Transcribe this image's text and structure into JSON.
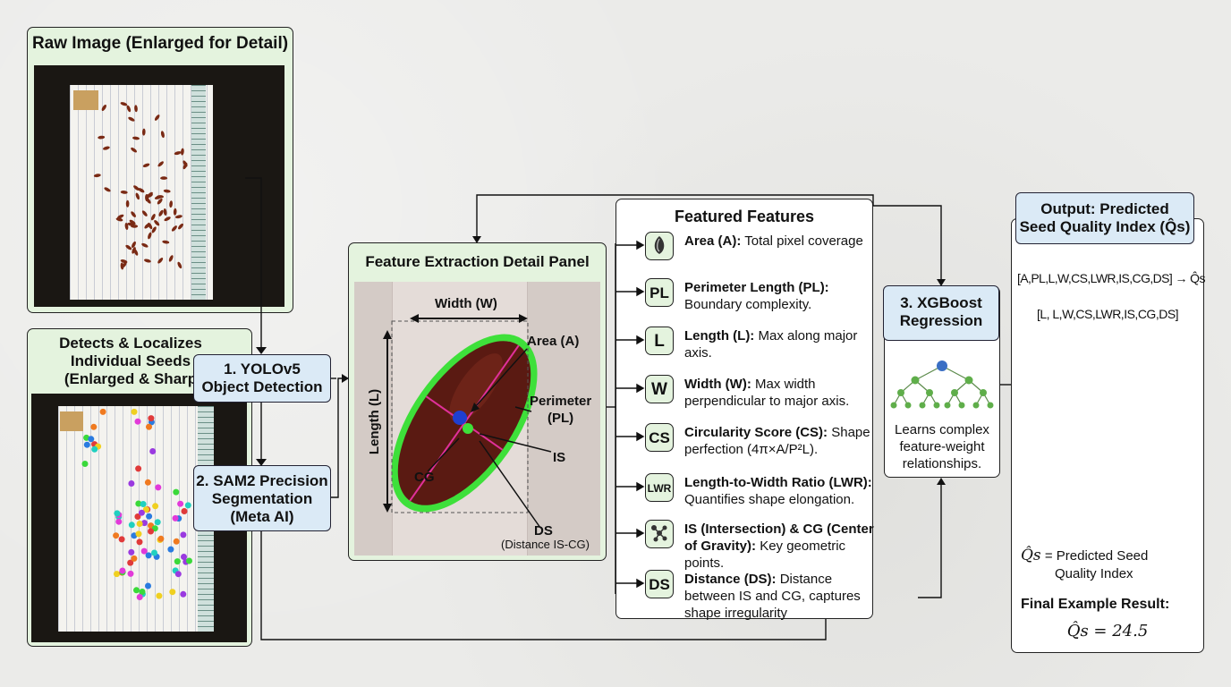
{
  "raw_panel": {
    "title": "Raw Image (Enlarged for Detail)"
  },
  "detect_panel": {
    "line1": "Detects & Localizes",
    "line2": "Individual Seeds",
    "line3": "(Enlarged & Sharp"
  },
  "steps": {
    "yolo": {
      "line1": "1. YOLOv5",
      "line2": "Object Detection"
    },
    "sam": {
      "line1": "2. SAM2 Precision",
      "line2": "Segmentation",
      "line3": "(Meta AI)"
    },
    "xgb": {
      "line1": "3. XGBoost",
      "line2": "Regression",
      "caption1": "Learns complex",
      "caption2": "feature-weight",
      "caption3": "relationships."
    }
  },
  "extraction_panel": {
    "title": "Feature Extraction Detail Panel",
    "labels": {
      "width": "Width (W)",
      "length": "Length (L)",
      "area": "Area (A)",
      "perimeter1": "Perimeter",
      "perimeter2": "(PL)",
      "is": "IS",
      "cg": "CG",
      "ds1": "DS",
      "ds2": "(Distance IS-CG)"
    }
  },
  "features": {
    "title": "Featured Features",
    "items": [
      {
        "icon": "seed-icon",
        "icon_text": "",
        "name": "Area (A):",
        "desc": "Total pixel coverage"
      },
      {
        "icon": "pl-icon",
        "icon_text": "PL",
        "name": "Perimeter Length (PL):",
        "desc": "Boundary complexity."
      },
      {
        "icon": "l-icon",
        "icon_text": "L",
        "name": "Length (L):",
        "desc": "Max along major axis."
      },
      {
        "icon": "w-icon",
        "icon_text": "W",
        "name": "Width (W):",
        "desc": "Max width perpendicular to major axis."
      },
      {
        "icon": "cs-icon",
        "icon_text": "CS",
        "name": "Circularity Score (CS):",
        "desc": "Shape perfection (4π×A/P²L)."
      },
      {
        "icon": "lwr-icon",
        "icon_text": "LWR",
        "name": "Length-to-Width Ratio (LWR):",
        "desc": "Quantifies shape elongation."
      },
      {
        "icon": "molecule-icon",
        "icon_text": "",
        "name": "IS (Intersection) & CG (Center of Gravity):",
        "desc": "Key geometric points."
      },
      {
        "icon": "ds-icon",
        "icon_text": "DS",
        "name": "Distance (DS):",
        "desc": "Distance between IS and CG, captures shape irregularity"
      }
    ]
  },
  "output": {
    "title1": "Output: Predicted",
    "title2": "Seed Quality Index (Q̂s)",
    "vector1": "[A,PL,L,W,CS,LWR,IS,CG,DS] → Q̂s",
    "vector2": "[L, L,W,CS,LWR,IS,CG,DS]",
    "legend_symbol": "Q̂s",
    "legend_text1": "= Predicted Seed",
    "legend_text2": "Quality Index",
    "final_label": "Final Example Result:",
    "final_value": "Q̂s = 24.5"
  },
  "colors": {
    "panel_green": "#e4f3de",
    "panel_blue": "#dbeaf6",
    "seg_green": "#3ee03a",
    "axis_magenta": "#e0309a",
    "seed_brown": "#5a1a12"
  }
}
